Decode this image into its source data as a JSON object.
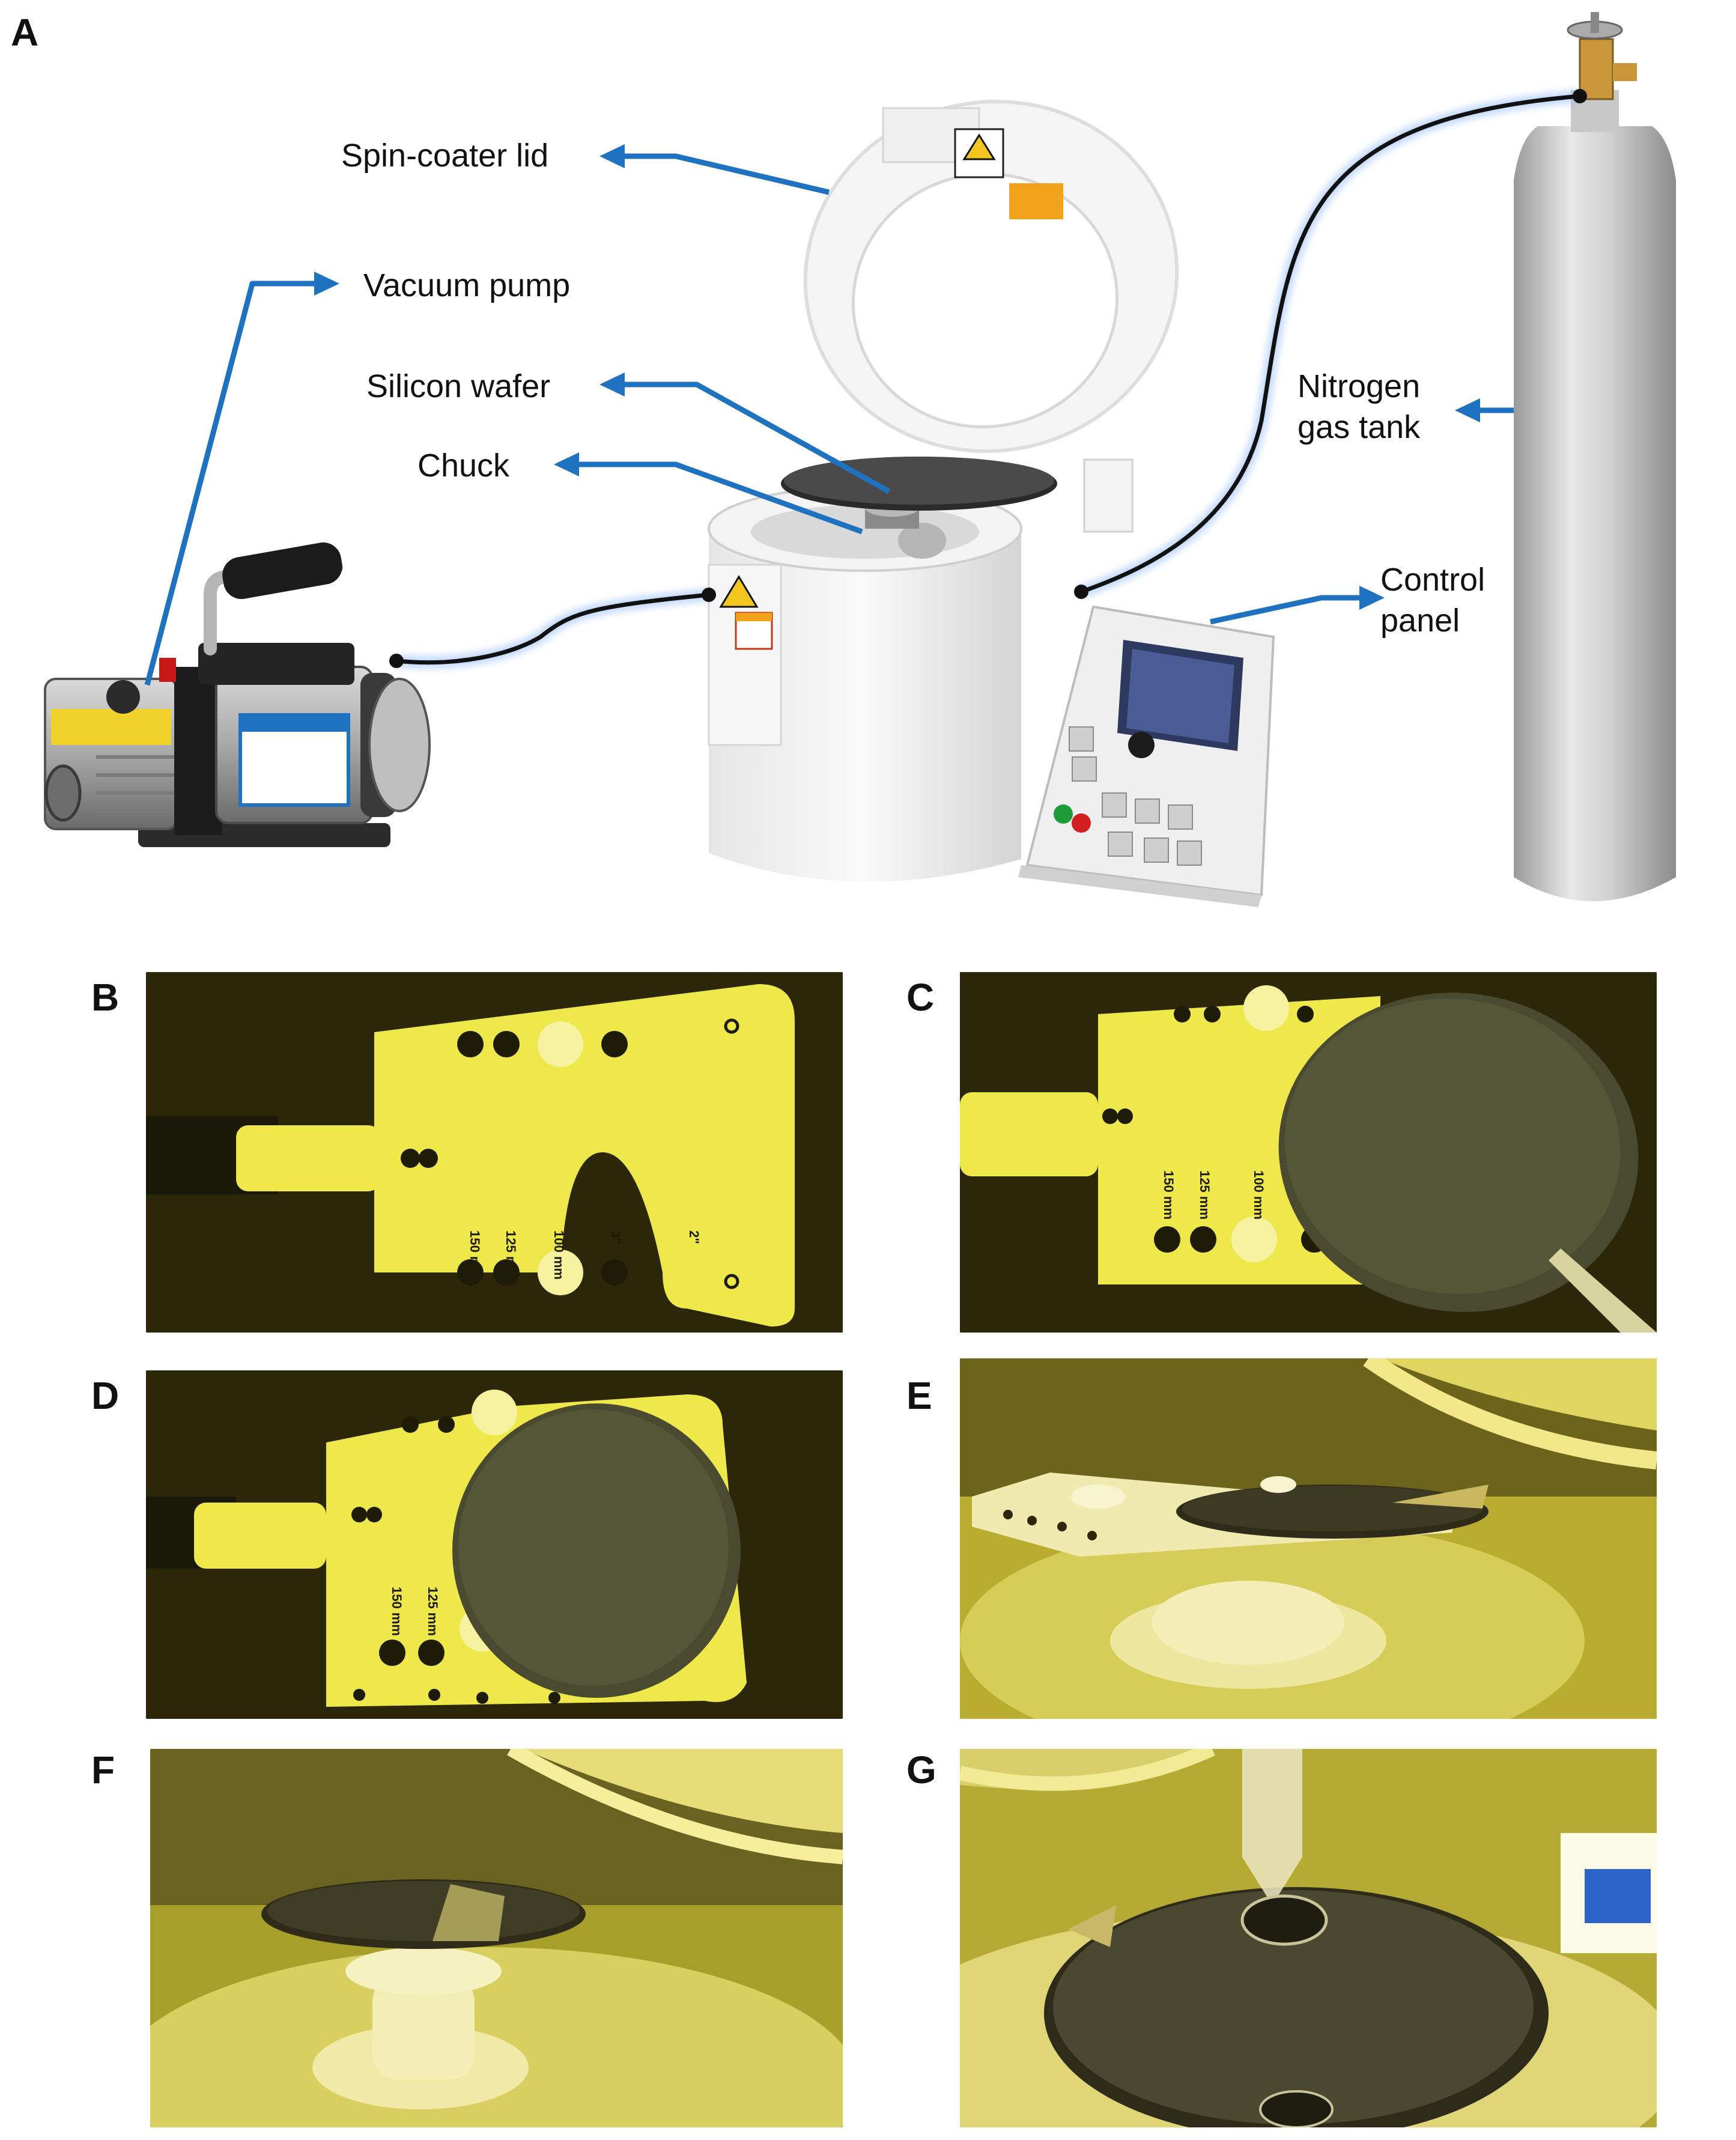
{
  "panels": {
    "a": "A",
    "b": "B",
    "c": "C",
    "d": "D",
    "e": "E",
    "f": "F",
    "g": "G"
  },
  "labels": {
    "spin_coater_lid": "Spin-coater lid",
    "vacuum_pump": "Vacuum pump",
    "silicon_wafer": "Silicon wafer",
    "chuck": "Chuck",
    "nitrogen_line1": "Nitrogen",
    "nitrogen_line2": "gas tank",
    "control_line1": "Control",
    "control_line2": "panel"
  },
  "chuck_marks": {
    "m150": "150 mm",
    "m125": "125 mm",
    "m100": "100 mm",
    "m3in": "3\"",
    "m2in": "2\""
  },
  "colors": {
    "arrow_blue": "#1f72c0",
    "chuck_yellow": "#eee84a",
    "background_dark": "#2a2608",
    "wafer_gray": "#4a4a36",
    "cable_glow": "#8fb8ff"
  }
}
